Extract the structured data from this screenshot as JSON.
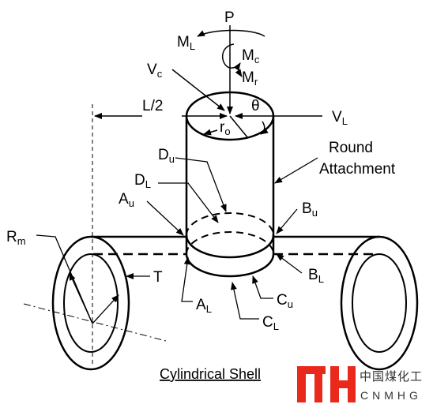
{
  "labels": {
    "P": "P",
    "ML": "M",
    "ML_sub": "L",
    "Mc": "M",
    "Mc_sub": "c",
    "Mr": "M",
    "Mr_sub": "r",
    "Vc": "V",
    "Vc_sub": "c",
    "VL": "V",
    "VL_sub": "L",
    "L2": "L/2",
    "theta": "θ",
    "ro": "r",
    "ro_sub": "o",
    "round_attachment_line1": "Round",
    "round_attachment_line2": "Attachment",
    "Du": "D",
    "Du_sub": "u",
    "DL": "D",
    "DL_sub": "L",
    "Au": "A",
    "Au_sub": "u",
    "Bu": "B",
    "Bu_sub": "u",
    "Rm": "R",
    "Rm_sub": "m",
    "T": "T",
    "BL": "B",
    "BL_sub": "L",
    "Cu": "C",
    "Cu_sub": "u",
    "AL": "A",
    "AL_sub": "L",
    "CL": "C",
    "CL_sub": "L",
    "cylindrical_shell": "Cylindrical Shell"
  },
  "logo": {
    "chinese_text": "中国煤化工",
    "english_text": "CNMHG",
    "color": "#e8291c"
  }
}
